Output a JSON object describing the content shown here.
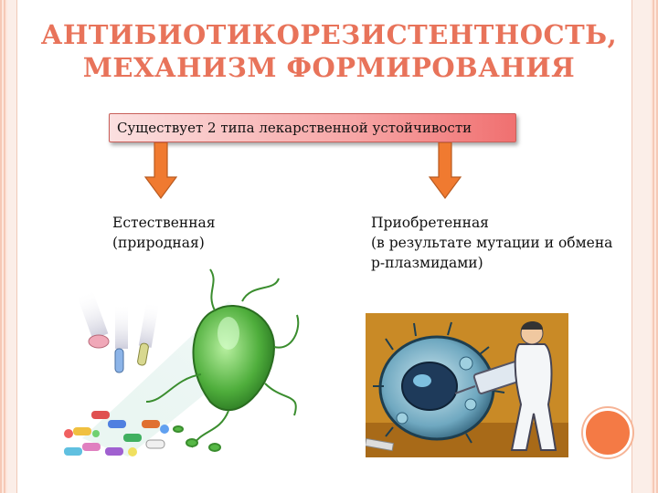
{
  "title": {
    "line1": "АНТИБИОТИКОРЕЗИСТЕНТНОСТЬ,",
    "line2": "МЕХАНИЗМ ФОРМИРОВАНИЯ"
  },
  "banner": {
    "text": "Существует 2 типа лекарственной устойчивости"
  },
  "left": {
    "line1": "Естественная",
    "line2": "(природная)"
  },
  "right": {
    "line1": "Приобретенная",
    "line2": "(в результате мутации и обмена",
    "line3": "р-плазмидами)"
  },
  "colors": {
    "title": "#e8735a",
    "arrow": "#f07a30",
    "banner_end": "#f07070",
    "accent_circle": "#f47a45"
  },
  "icons": {
    "left_image": "bacterium-pills-illustration",
    "right_image": "scientist-syringe-cell-illustration"
  }
}
